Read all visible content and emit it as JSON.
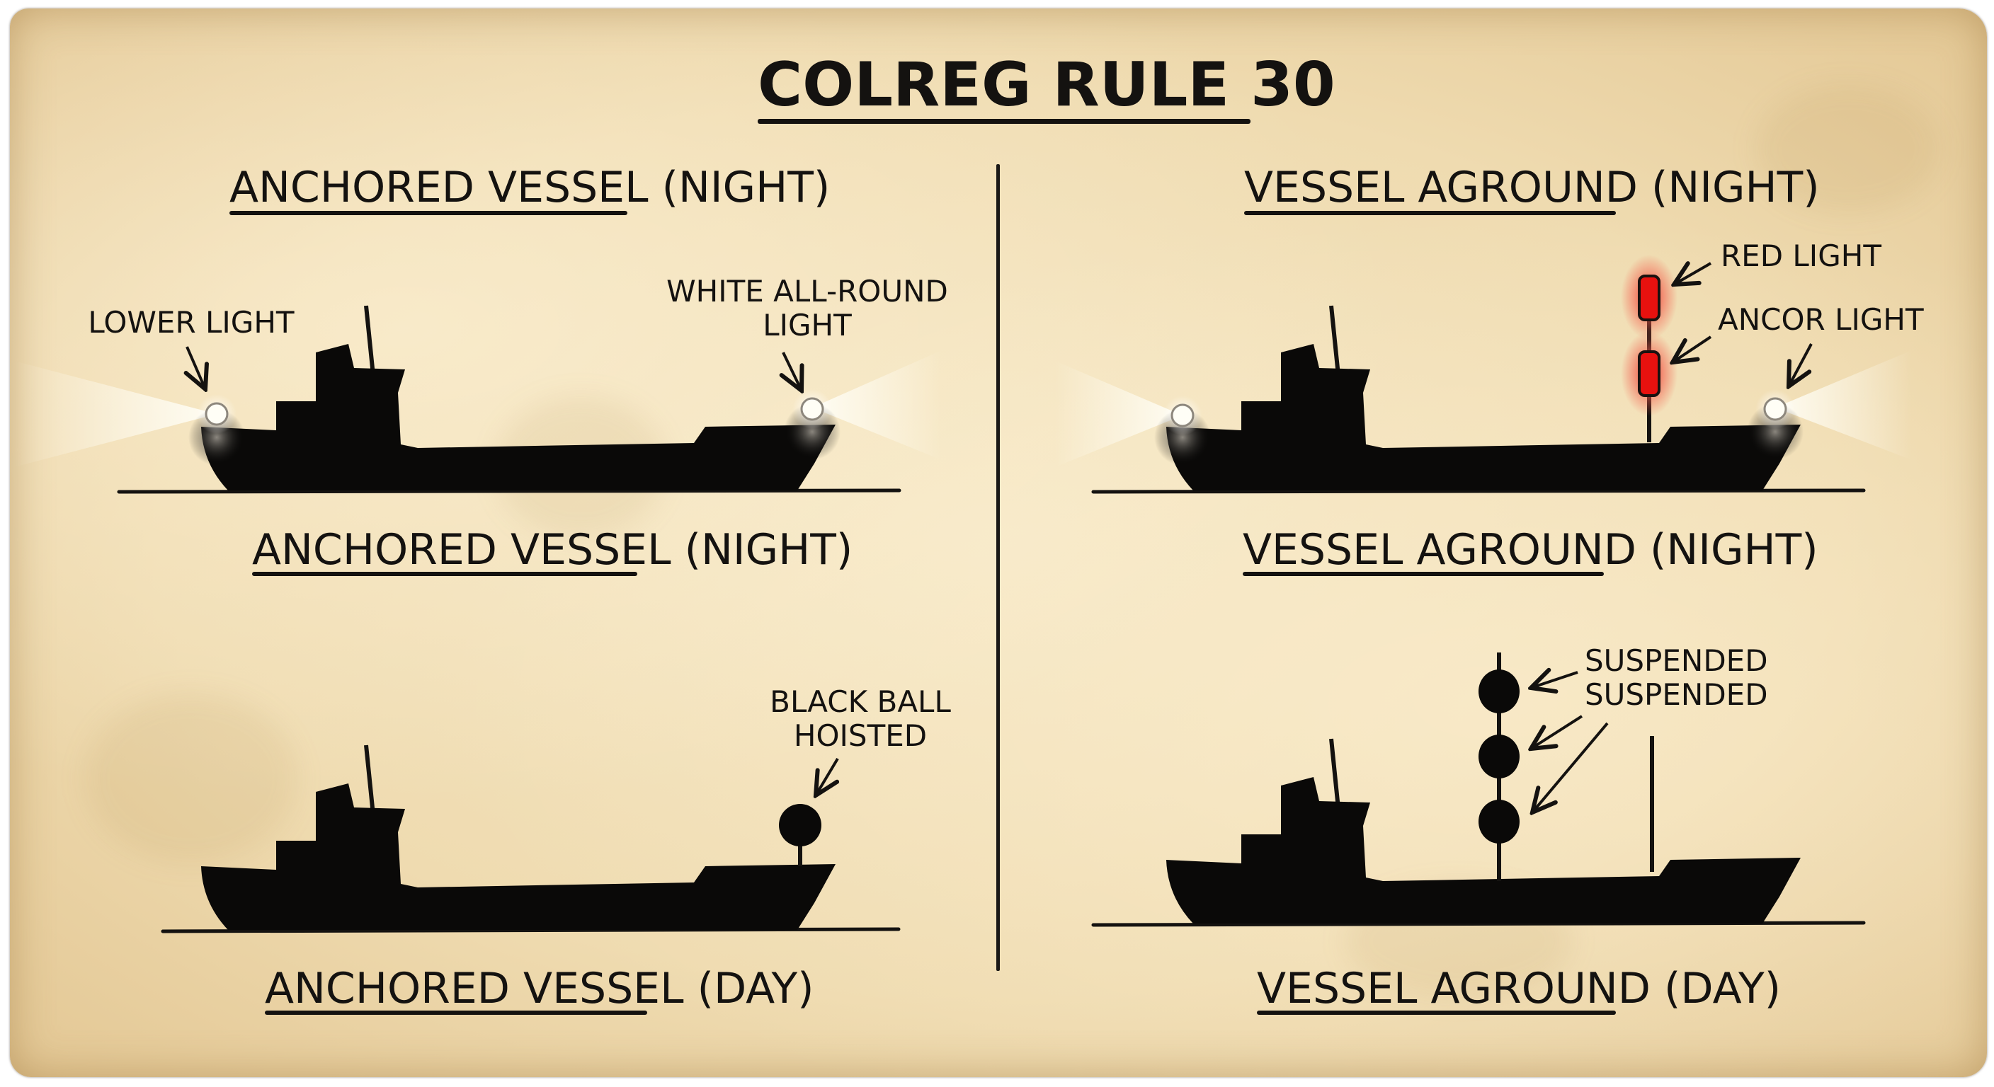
{
  "title": "COLREG RULE 30",
  "panels": {
    "anchored_night": {
      "heading_main": "ANCHORED VESSEL",
      "heading_suffix": "(NIGHT)",
      "labels": {
        "lower_light": "LOWER LIGHT",
        "white_all_round_line1": "WHITE ALL-ROUND",
        "white_all_round_line2": "LIGHT"
      }
    },
    "anchored_night_caption": {
      "heading_main": "ANCHORED VESSEL",
      "heading_suffix": "(NIGHT)"
    },
    "anchored_day": {
      "heading_main": "ANCHORED VESSEL",
      "heading_suffix": "(DAY)",
      "labels": {
        "black_ball_line1": "BLACK BALL",
        "black_ball_line2": "HOISTED"
      }
    },
    "aground_night": {
      "heading_main": "VESSEL AGROUND",
      "heading_suffix": "(NIGHT)",
      "labels": {
        "red_light": "RED LIGHT",
        "ancor_light": "ANCOR LIGHT"
      }
    },
    "aground_night_caption": {
      "heading_main": "VESSEL AGROUND",
      "heading_suffix": "(NIGHT)"
    },
    "aground_day": {
      "heading_main": "VESSEL AGROUND",
      "heading_suffix": "(DAY)",
      "labels": {
        "suspended_line1": "SUSPENDED",
        "suspended_line2": "SUSPENDED"
      }
    }
  },
  "colors": {
    "paper": "#f1dfb6",
    "ink": "#141210",
    "red_light": "#e8110f",
    "white_light": "#fffdf2"
  }
}
